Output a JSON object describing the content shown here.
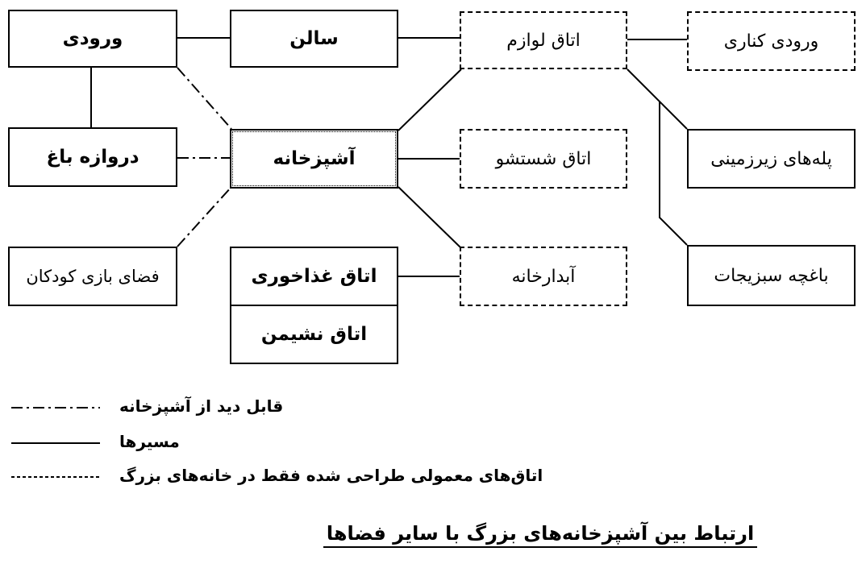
{
  "diagram": {
    "nodes": {
      "entrance": "ورودی",
      "hall": "سالن",
      "supplies_room": "اتاق لوازم",
      "side_entrance": "ورودی کناری",
      "garden_gate": "دروازه باغ",
      "kitchen": "آشپزخانه",
      "laundry_room": "اتاق شستشو",
      "basement_stairs": "پله‌های زیرزمینی",
      "kids_play_area": "فضای بازی کودکان",
      "dining_room": "اتاق غذاخوری",
      "pantry": "آبدارخانه",
      "vegetable_garden": "باغچه سبزیجات",
      "living_room": "اتاق نشیمن"
    },
    "connections": [
      {
        "from": "entrance",
        "to": "hall",
        "type": "route"
      },
      {
        "from": "hall",
        "to": "supplies_room",
        "type": "route"
      },
      {
        "from": "supplies_room",
        "to": "side_entrance",
        "type": "route"
      },
      {
        "from": "entrance",
        "to": "garden_gate",
        "type": "route"
      },
      {
        "from": "entrance",
        "to": "kitchen",
        "type": "visible"
      },
      {
        "from": "garden_gate",
        "to": "kitchen",
        "type": "visible"
      },
      {
        "from": "kids_play_area",
        "to": "kitchen",
        "type": "visible"
      },
      {
        "from": "kitchen",
        "to": "supplies_room",
        "type": "route"
      },
      {
        "from": "kitchen",
        "to": "laundry_room",
        "type": "route"
      },
      {
        "from": "kitchen",
        "to": "pantry",
        "type": "route"
      },
      {
        "from": "pantry",
        "to": "dining_room",
        "type": "route"
      },
      {
        "from": "supplies_room",
        "to": "basement_stairs",
        "type": "route"
      },
      {
        "from": "supplies_room",
        "to": "vegetable_garden",
        "type": "route"
      }
    ],
    "dashed_rooms": [
      "supplies_room",
      "side_entrance",
      "laundry_room",
      "pantry"
    ]
  },
  "legend": {
    "visible": "قابل دید از آشپزخانه",
    "routes": "مسیرها",
    "large_houses_only": "اتاق‌های معمولی طراحی شده فقط در خانه‌های بزرگ"
  },
  "caption": "ارتباط بین آشپزخانه‌های بزرگ با سایر فضاها"
}
